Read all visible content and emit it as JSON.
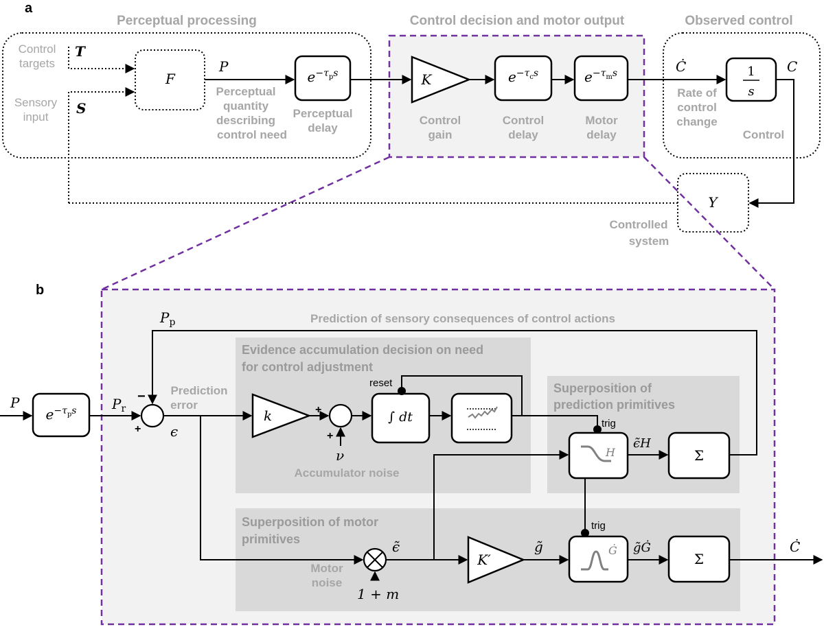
{
  "panel_a": {
    "label": "a",
    "groups": {
      "perceptual": "Perceptual processing",
      "control": "Control decision and motor output",
      "observed": "Observed control"
    },
    "inputs": {
      "targets_label": [
        "Control",
        "targets"
      ],
      "targets_symbol": "T",
      "sensory_label": [
        "Sensory",
        "input"
      ],
      "sensory_symbol": "S"
    },
    "blocks": {
      "F": "F",
      "perceptual_delay": "e",
      "perceptual_delay_exp": "−τ",
      "perceptual_delay_sub": "p",
      "perceptual_delay_s": "s",
      "gain": "K",
      "control_delay": "e",
      "control_delay_exp": "−τ",
      "control_delay_sub": "c",
      "control_delay_s": "s",
      "motor_delay": "e",
      "motor_delay_exp": "−τ",
      "motor_delay_sub": "m",
      "motor_delay_s": "s",
      "integrator_num": "1",
      "integrator_den": "s",
      "system": "Y"
    },
    "signals": {
      "P": "P",
      "C_dot": "Ċ",
      "C": "C"
    },
    "labels": {
      "perceptual_quantity": [
        "Perceptual",
        "quantity",
        "describing",
        "control need"
      ],
      "perceptual_delay": [
        "Perceptual",
        "delay"
      ],
      "control_gain": [
        "Control",
        "gain"
      ],
      "control_delay": [
        "Control",
        "delay"
      ],
      "motor_delay": [
        "Motor",
        "delay"
      ],
      "rate_of_change": [
        "Rate of",
        "control",
        "change"
      ],
      "control": "Control",
      "controlled_system": [
        "Controlled",
        "system"
      ]
    }
  },
  "panel_b": {
    "label": "b",
    "signals": {
      "P": "P",
      "Pp": "P",
      "Pp_sub": "p",
      "Pr": "P",
      "Pr_sub": "r",
      "epsilon": "ϵ",
      "epsilon_tilde": "ϵ̃",
      "nu": "ν",
      "g_tilde": "g̃",
      "eps_H": "ϵ̃H",
      "gG": "g̃Ġ",
      "C_dot": "Ċ",
      "one_plus_m": "1 + m"
    },
    "blocks": {
      "delay": "e",
      "delay_exp": "−τ",
      "delay_sub": "p",
      "delay_s": "s",
      "k": "k",
      "integrator": "∫ dt",
      "K_prime": "K′",
      "H": "H",
      "G_dot": "Ġ",
      "sum_top": "Σ",
      "sum_bottom": "Σ"
    },
    "labels": {
      "prediction_line": "Prediction of sensory consequences of control actions",
      "prediction_error": [
        "Prediction",
        "error"
      ],
      "evidence_box": [
        "Evidence accumulation decision on need",
        "for control adjustment"
      ],
      "prediction_primitives_box": [
        "Superposition of",
        "prediction primitives"
      ],
      "motor_primitives_box": [
        "Superposition of motor",
        "primitives"
      ],
      "accumulator_noise": "Accumulator noise",
      "motor_noise": [
        "Motor",
        "noise"
      ],
      "reset": "reset",
      "trig_top": "trig",
      "trig_bottom": "trig",
      "minus": "−",
      "plus_1": "+",
      "plus_2": "+",
      "plus_3": "+"
    }
  },
  "colors": {
    "purple_border": "#7030a0",
    "grey_text": "#a6a6a6",
    "panel_bg": "#f2f2f2",
    "sub_bg": "#d9d9d9"
  }
}
